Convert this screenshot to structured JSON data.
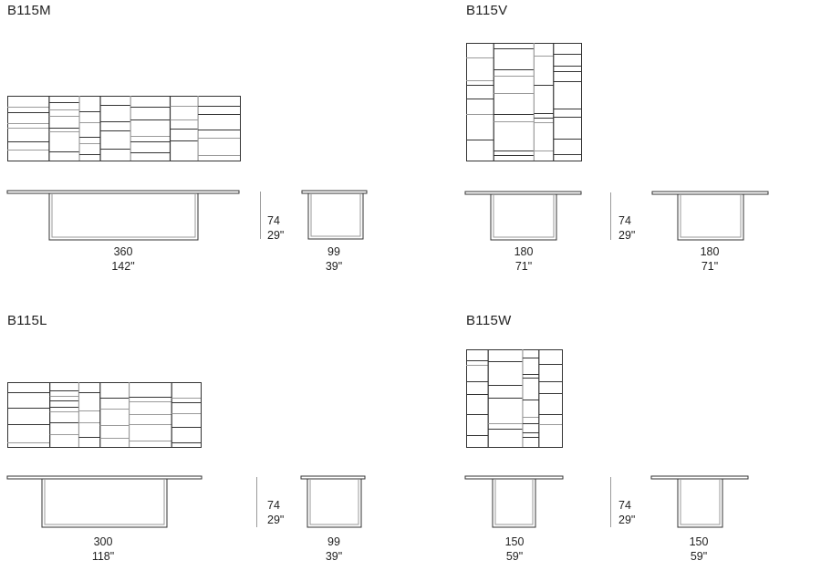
{
  "models": [
    {
      "id": "M",
      "title": "B115M",
      "length_cm": "360",
      "length_in": "142\"",
      "width_cm": "99",
      "width_in": "39\"",
      "height_cm": "74",
      "height_in": "29\""
    },
    {
      "id": "V",
      "title": "B115V",
      "length_cm": "180",
      "length_in": "71\"",
      "width_cm": "180",
      "width_in": "71\"",
      "height_cm": "74",
      "height_in": "29\""
    },
    {
      "id": "L",
      "title": "B115L",
      "length_cm": "300",
      "length_in": "118\"",
      "width_cm": "99",
      "width_in": "39\"",
      "height_cm": "74",
      "height_in": "29\""
    },
    {
      "id": "W",
      "title": "B115W",
      "length_cm": "150",
      "length_in": "59\"",
      "width_cm": "150",
      "width_in": "59\"",
      "height_cm": "74",
      "height_in": "29\""
    }
  ],
  "colors": {
    "line": "#333333",
    "grey": "#9a9a9a"
  }
}
